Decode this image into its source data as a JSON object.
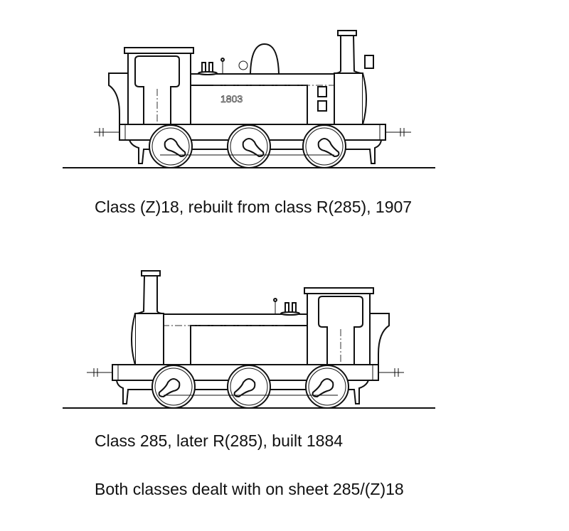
{
  "drawings": [
    {
      "caption": "Class (Z)18, rebuilt from class R(285), 1907",
      "number_plate": "1803",
      "orientation": "cab-left",
      "has_dome": true
    },
    {
      "caption": "Class 285, later R(285), built 1884",
      "orientation": "cab-right",
      "has_dome": false
    }
  ],
  "note": "Both classes dealt with on sheet 285/(Z)18",
  "colors": {
    "line": "#111111",
    "background": "#ffffff"
  }
}
